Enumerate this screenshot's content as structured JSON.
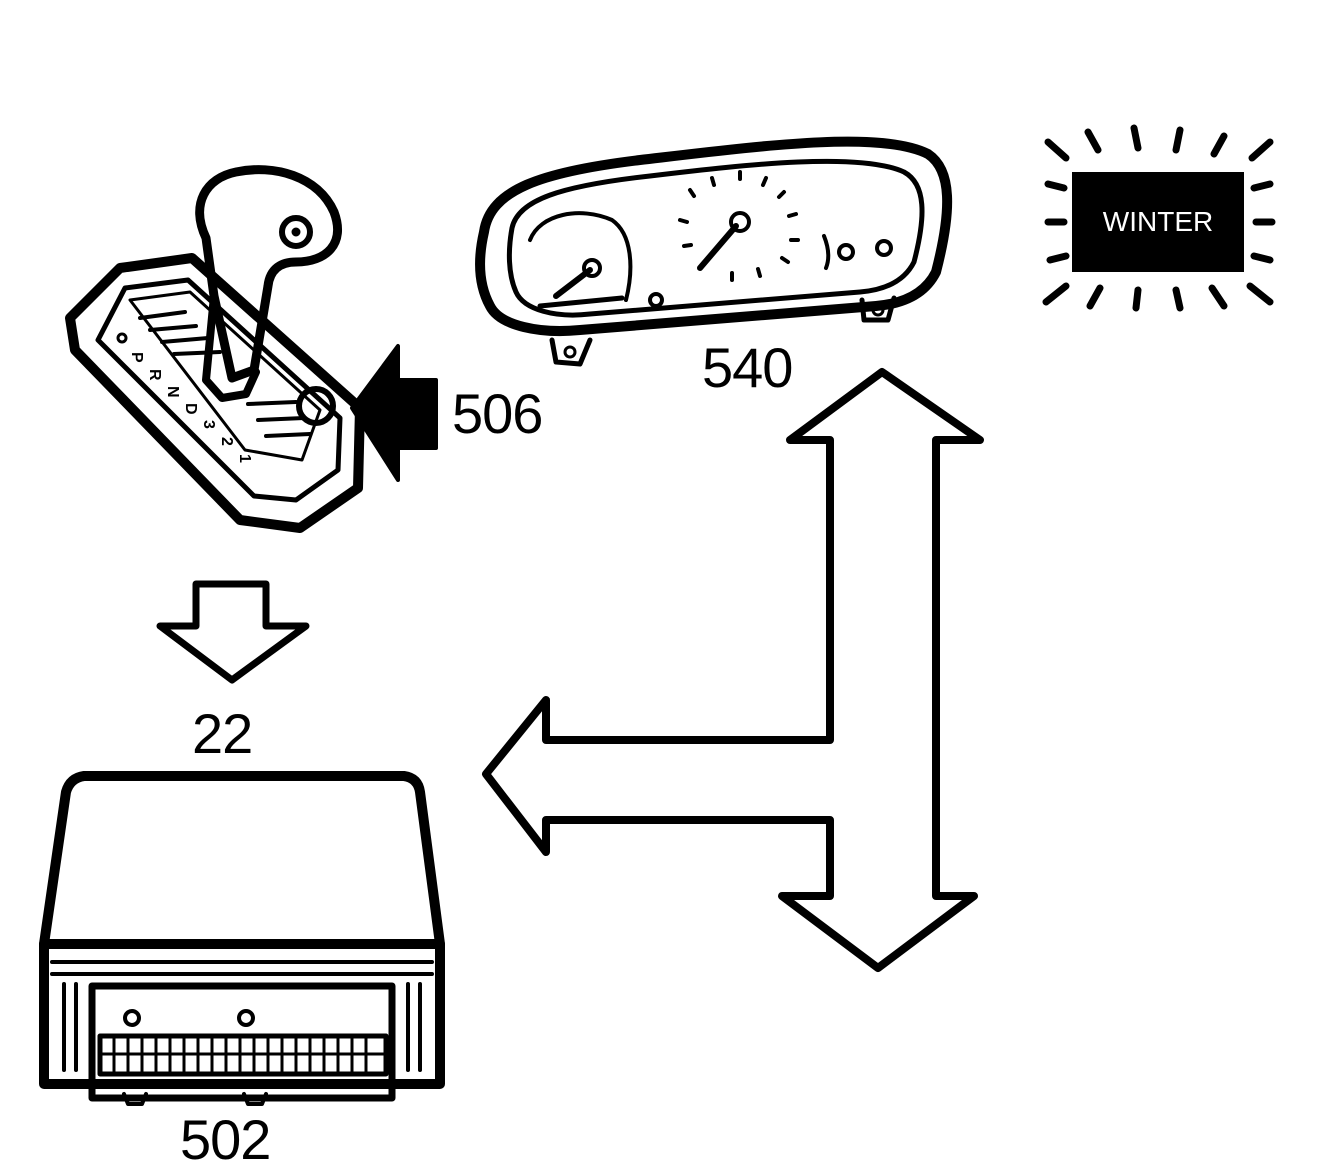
{
  "labels": {
    "shifter": "506",
    "cluster": "540",
    "arrow": "22",
    "ecu": "502"
  },
  "indicator": {
    "text": "WINTER"
  },
  "shifter_gates": [
    "P",
    "R",
    "N",
    "D",
    "3",
    "2",
    "1"
  ],
  "colors": {
    "ink": "#000000",
    "paper": "#ffffff"
  }
}
